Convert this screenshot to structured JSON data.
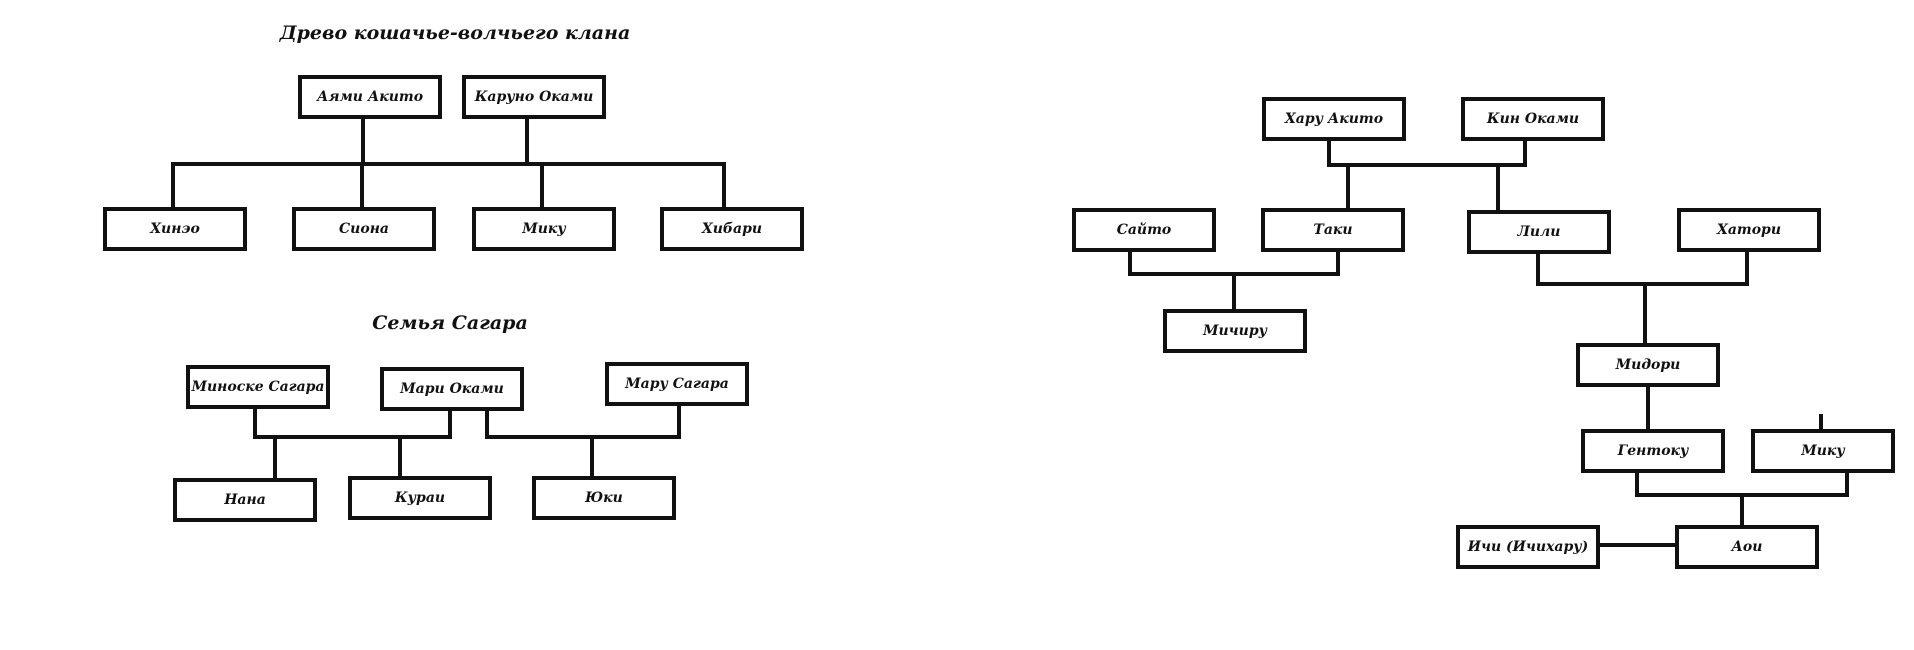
{
  "diagram": {
    "titles": {
      "clan": "Древо кошачье-волчьего клана",
      "sagara": "Семья Сагара"
    },
    "people": {
      "ayami_akito": "Аями Акито",
      "caruno_ookami": "Каруно Оками",
      "hinae": "Хинэо",
      "siona": "Сиона",
      "miku1": "Мику",
      "hibari": "Хибари",
      "minoske_sagara": "Миноске Сагара",
      "mari_ookami": "Мари Оками",
      "maru_sagara": "Мару Сагара",
      "nana": "Нана",
      "kurai": "Кураи",
      "yuki": "Юки",
      "haru_akito": "Хару Акито",
      "kin_ookami": "Кин Оками",
      "saito": "Сайто",
      "taki": "Таки",
      "lili": "Лили",
      "hatori": "Хатори",
      "michiru": "Мичиру",
      "midori": "Мидори",
      "gentoku": "Гентоку",
      "miku2": "Мику",
      "ichi": "Ичи (Ичихару)",
      "aoi": "Аои"
    }
  }
}
